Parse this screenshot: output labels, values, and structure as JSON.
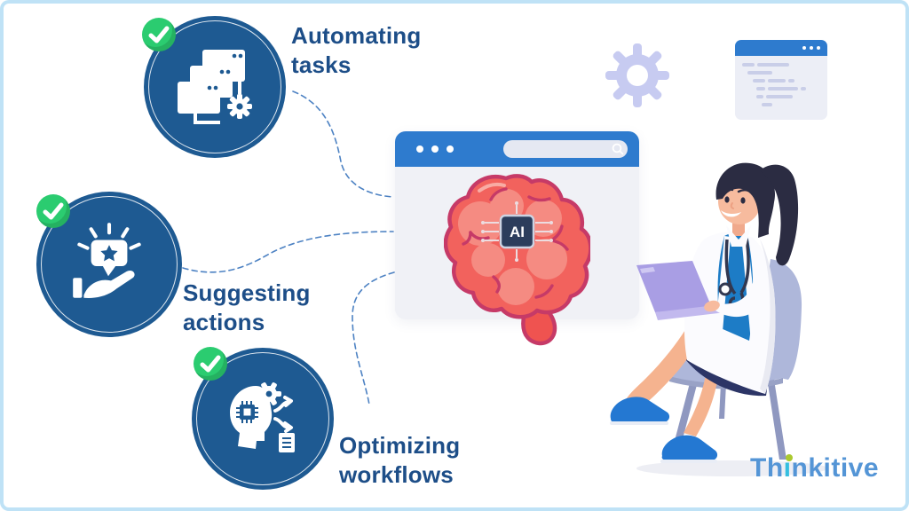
{
  "features": [
    {
      "label": "Automating tasks",
      "icon": "stacked-windows-gear-icon",
      "badge": "check"
    },
    {
      "label": "Suggesting actions",
      "icon": "hand-suggestion-bubble-icon",
      "badge": "check"
    },
    {
      "label": "Optimizing workflows",
      "icon": "head-gears-workflow-icon",
      "badge": "check"
    }
  ],
  "browser_window": {
    "header_dots": 3,
    "search_value": "",
    "ai_chip_label": "AI"
  },
  "decorations": {
    "gear_icon": "gear",
    "code_window": {
      "header_dots": 3,
      "text_lines": 6
    }
  },
  "illustration": "female-doctor-seated-with-laptop",
  "logo": {
    "full_text": "Thinkitive",
    "part_th": "Th",
    "part_i_dotless": "ı",
    "part_rest": "nkitive"
  },
  "colors": {
    "frame_border": "#bfe2f6",
    "feature_circle_blue": "#1e5a92",
    "feature_label_blue": "#1d4e88",
    "badge_green": "#2bcc70",
    "browser_header_blue": "#2e7bce",
    "brain_fill": "#f2625d",
    "brain_outline": "#c63a67",
    "ai_chip_navy": "#2c3d5c",
    "connector_blue": "#4d82c3",
    "gear_lavender": "#c7cbf1",
    "logo_blue": "#5495d6",
    "logo_cyan": "#35bfe0",
    "logo_dot_green": "#abc92f"
  }
}
